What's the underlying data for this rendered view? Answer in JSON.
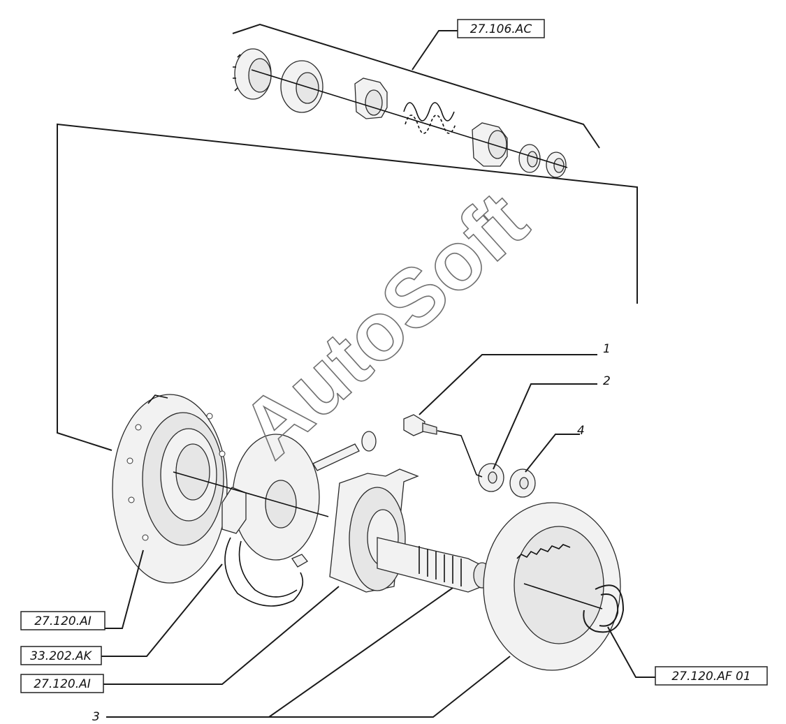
{
  "watermark": "AutoSoft",
  "references": {
    "top_group": "27.106.AC",
    "left_1": "27.120.AI",
    "left_2": "33.202.AK",
    "left_3": "27.120.AI",
    "right": "27.120.AF 01"
  },
  "item_numbers": {
    "n1": "1",
    "n2": "2",
    "n3": "3",
    "n4": "4"
  }
}
